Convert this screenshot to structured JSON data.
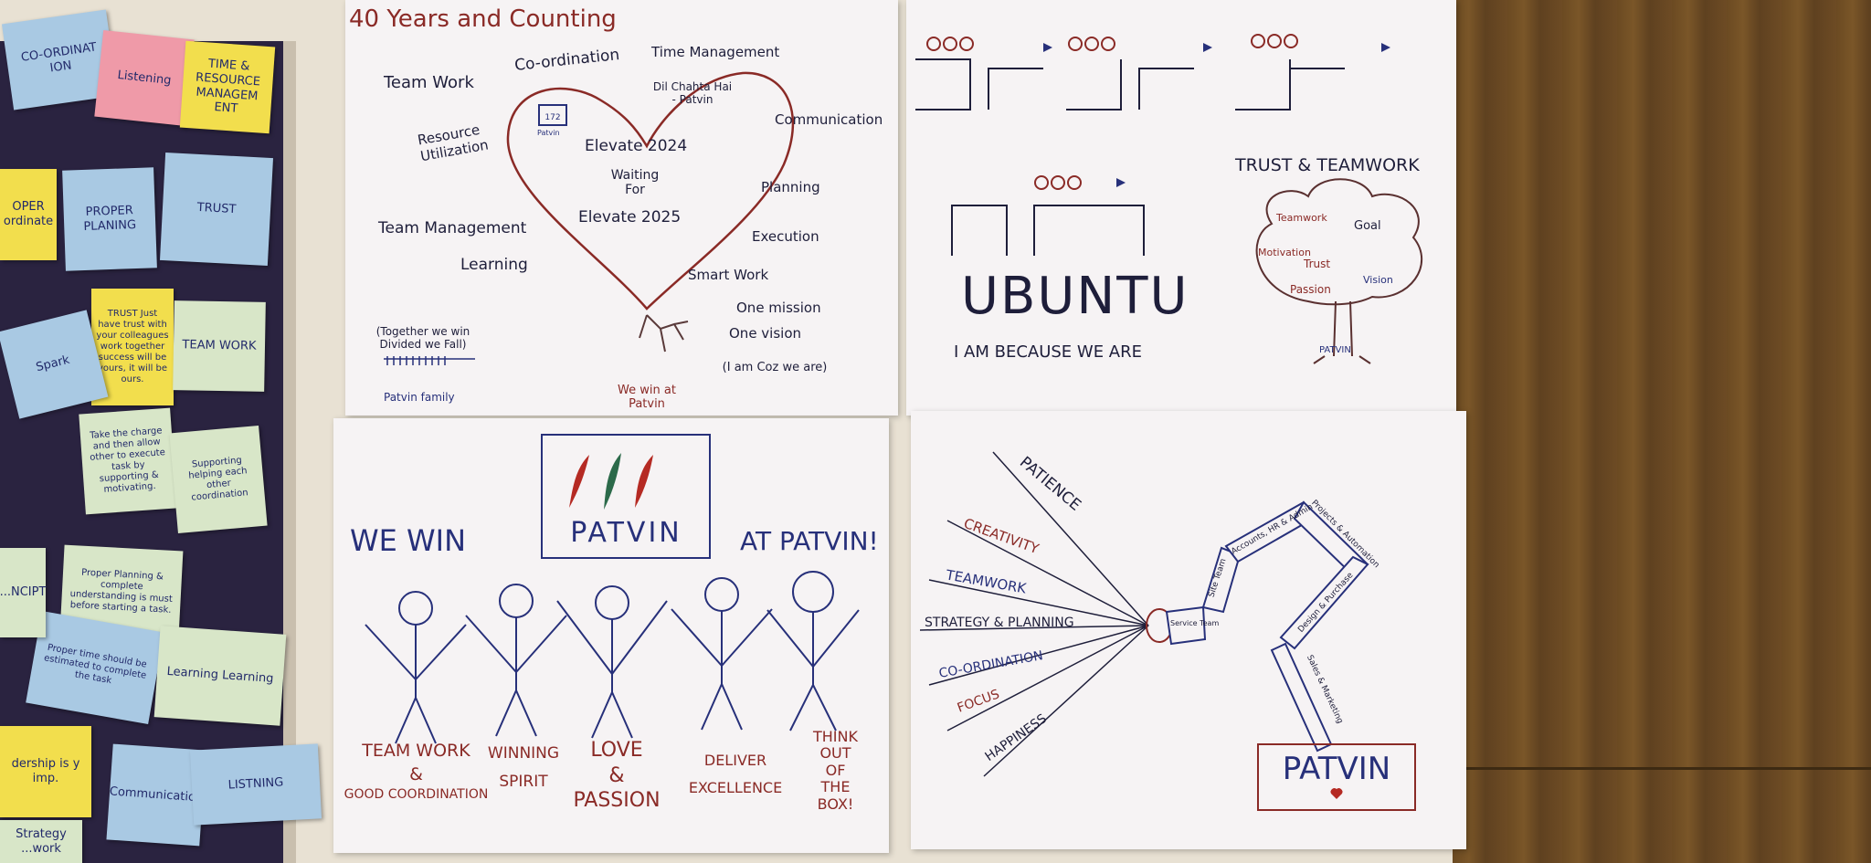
{
  "sticky_notes": [
    {
      "text": "CO-ORDINAT ION",
      "color": "#a9c9e3"
    },
    {
      "text": "Listening",
      "color": "#ef9aa8"
    },
    {
      "text": "TIME & RESOURCE MANAGEM ENT",
      "color": "#f2de4d"
    },
    {
      "text": "PROPER PLANING",
      "color": "#a9c9e3"
    },
    {
      "text": "TRUST",
      "color": "#a9c9e3"
    },
    {
      "text": "TRUST Just have trust with your colleagues work together success will be yours, it will be ours.",
      "color": "#f2de4d"
    },
    {
      "text": "TEAM WORK",
      "color": "#d8e6c8"
    },
    {
      "text": "Spark",
      "color": "#a9c9e3"
    },
    {
      "text": "Take the charge and then allow other to execute task by supporting & motivating.",
      "color": "#d8e6c8"
    },
    {
      "text": "Supporting helping each other coordination",
      "color": "#d8e6c8"
    },
    {
      "text": "Proper Planning & complete understanding is must before starting a task.",
      "color": "#d8e6c8"
    },
    {
      "text": "Proper time should be estimated to complete the task",
      "color": "#a9c9e3"
    },
    {
      "text": "Learning Learning",
      "color": "#d8e6c8"
    },
    {
      "text": "Communication",
      "color": "#a9c9e3"
    },
    {
      "text": "LISTNING",
      "color": "#a9c9e3"
    },
    {
      "text": "dership is y imp.",
      "color": "#f2de4d"
    },
    {
      "text": "Strategy ...work",
      "color": "#d8e6c8"
    },
    {
      "text": "OPER ordinate",
      "color": "#f2de4d"
    },
    {
      "text": "...NCIPT",
      "color": "#d8e6c8"
    }
  ],
  "poster_heart": {
    "title": "40 Years and Counting",
    "left_words": [
      "Team Work",
      "Resource Utilization",
      "Team Management",
      "Learning"
    ],
    "top_words": [
      "Co-ordination",
      "Time Management"
    ],
    "right_words": [
      "Communication",
      "Planning",
      "Execution",
      "Smart Work"
    ],
    "heart_lines": [
      "Dil Chahta Hai - Patvin",
      "Elevate 2024",
      "Waiting For",
      "Elevate 2025"
    ],
    "badge": "Patvin",
    "together": "(Together we win Divided we Fall)",
    "family": "Patvin family",
    "mission": [
      "One mission",
      "One vision"
    ],
    "iam": "(I am Coz we are)",
    "winat": "We win at Patvin"
  },
  "poster_ubuntu": {
    "headline": "UBUNTU",
    "subline": "I AM BECAUSE WE ARE",
    "trust_title": "TRUST & TEAMWORK",
    "tree_words": [
      "Teamwork",
      "Goal",
      "Motivation",
      "Trust",
      "Passion",
      "Vision"
    ],
    "tree_label": "PATVIN"
  },
  "poster_win": {
    "we_win": "WE WIN",
    "at_patvin": "AT PATVIN!",
    "banner": "PATVIN",
    "values": [
      {
        "lines": [
          "TEAM WORK",
          "&",
          "GOOD COORDINATION"
        ]
      },
      {
        "lines": [
          "WINNING",
          "SPIRIT"
        ]
      },
      {
        "lines": [
          "LOVE",
          "&",
          "PASSION"
        ]
      },
      {
        "lines": [
          "DELIVER",
          "EXCELLENCE"
        ]
      },
      {
        "lines": [
          "THINK",
          "OUT",
          "OF",
          "THE",
          "BOX!"
        ]
      }
    ]
  },
  "poster_path": {
    "rays": [
      "PATIENCE",
      "CREATIVITY",
      "TEAMWORK",
      "STRATEGY & PLANNING",
      "CO-ORDINATION",
      "FOCUS",
      "HAPPINESS"
    ],
    "steps": [
      "Sales & Marketing",
      "Design & Purchase",
      "Projects & Automation",
      "Accounts, HR & Admin",
      "Site Team",
      "Service Team"
    ],
    "logo": "PATVIN"
  }
}
